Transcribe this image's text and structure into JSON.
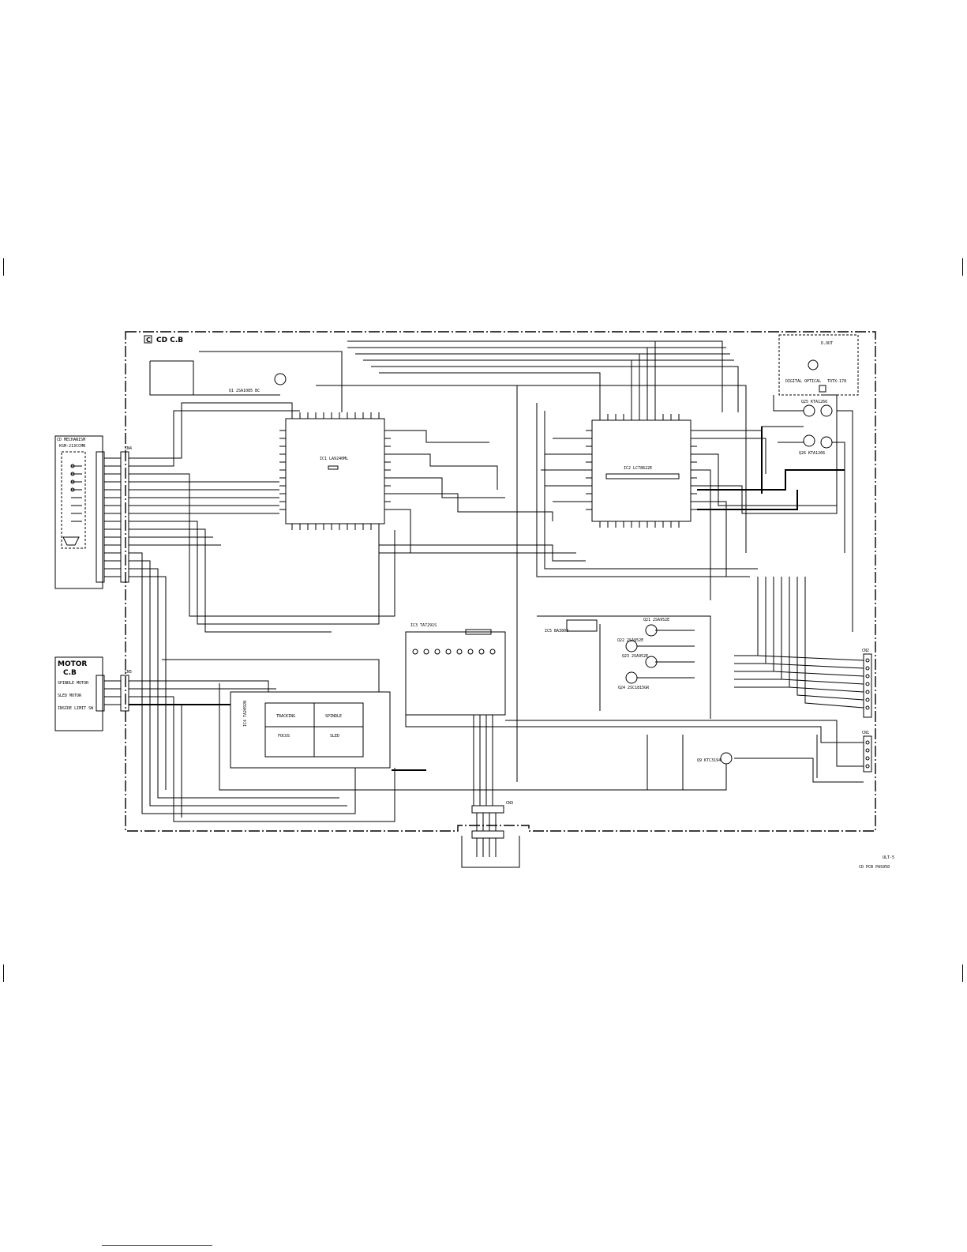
{
  "board": {
    "letter": "C",
    "title": "CD C.B"
  },
  "mechanism": {
    "title": "CD MECHANISM",
    "model": "KSM-213CCMN"
  },
  "motor_board": {
    "title": "MOTOR",
    "subtitle": "C.B"
  },
  "motor_labels": [
    "SPINDLE MOTOR",
    "SLED MOTOR",
    "INSIDE LIMIT SW"
  ],
  "ics": {
    "ic1": "IC1 LA9240ML",
    "ic2": "IC2 LC78622E",
    "ic3": "IC3 TA7291S",
    "ic4": "IC4 TA2092N",
    "ic5": "IC5 BA3800"
  },
  "ic4_blocks": [
    "TRACKING",
    "SPINDLE",
    "FOCUS",
    "SLED"
  ],
  "connectors": {
    "cn1": "CN1",
    "cn2": "CN2",
    "cn3": "CN3",
    "cn4": "CN4",
    "cn5": "CN5"
  },
  "optical": {
    "title": "D.OUT",
    "part": "DIGITAL OPTICAL",
    "tr": "TOTX-178"
  },
  "parts": [
    "Q1 2SA1085 BC",
    "Q21 2SA952E",
    "Q22 2SA952E",
    "Q23 2SA952E",
    "Q24 2SC1815GR",
    "Q25 KTA1266",
    "Q26 KTA1266",
    "Q9 KTC3194"
  ],
  "footer": {
    "ref": "ULT-5",
    "code": "CD PCB PAS950"
  }
}
